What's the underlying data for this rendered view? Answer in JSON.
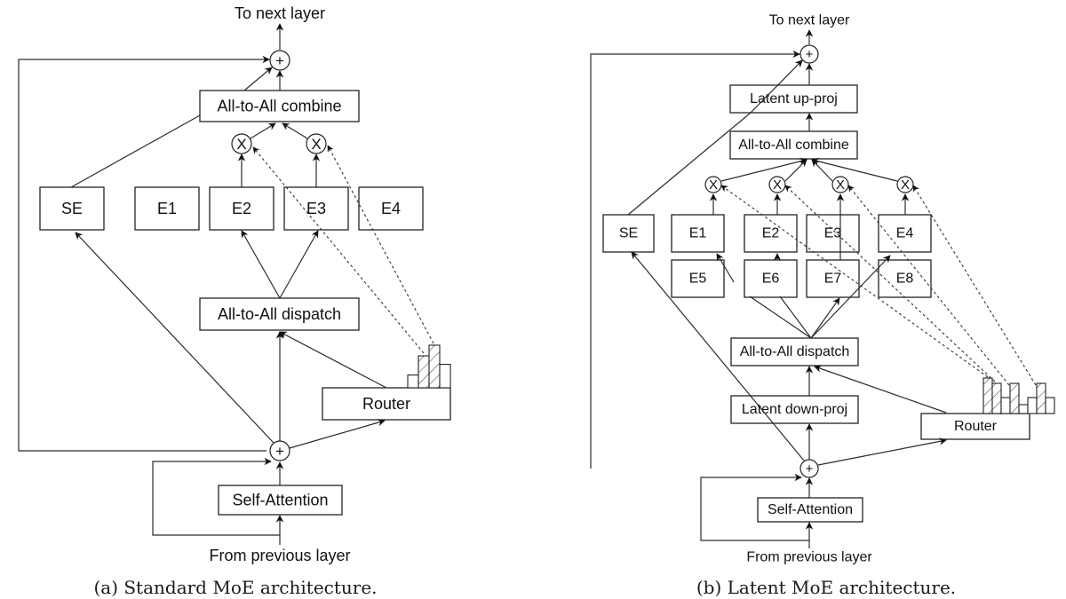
{
  "colors": {
    "latent_fill": "#d5e8d4",
    "latent_stroke": "#82b366",
    "line": "#2a2a2a",
    "hatch": "#333333"
  },
  "panels": [
    {
      "id": "standard",
      "caption": "(a) Standard MoE architecture.",
      "top_label": "To next layer",
      "bottom_label": "From previous layer",
      "combine_label": "All-to-All combine",
      "dispatch_label": "All-to-All dispatch",
      "router_label": "Router",
      "attention_label": "Self-Attention",
      "shared_expert_label": "SE",
      "add_symbol": "+",
      "mul_symbol": "X",
      "experts": [
        {
          "label": "E1",
          "selected": false
        },
        {
          "label": "E2",
          "selected": true
        },
        {
          "label": "E3",
          "selected": true
        },
        {
          "label": "E4",
          "selected": false
        }
      ],
      "router_histogram": [
        {
          "value": 0.3,
          "selected": false
        },
        {
          "value": 0.75,
          "selected": true
        },
        {
          "value": 1.0,
          "selected": true
        },
        {
          "value": 0.55,
          "selected": false
        }
      ]
    },
    {
      "id": "latent",
      "caption": "(b) Latent MoE architecture.",
      "top_label": "To next layer",
      "bottom_label": "From previous layer",
      "up_proj_label": "Latent up-proj",
      "down_proj_label": "Latent down-proj",
      "combine_label": "All-to-All combine",
      "dispatch_label": "All-to-All dispatch",
      "router_label": "Router",
      "attention_label": "Self-Attention",
      "shared_expert_label": "SE",
      "add_symbol": "+",
      "mul_symbol": "X",
      "experts_row1": [
        {
          "label": "E1",
          "selected": true
        },
        {
          "label": "E2",
          "selected": true
        },
        {
          "label": "E3",
          "selected": false
        },
        {
          "label": "E4",
          "selected": true
        }
      ],
      "experts_row2": [
        {
          "label": "E5",
          "selected": false
        },
        {
          "label": "E6",
          "selected": false
        },
        {
          "label": "E7",
          "selected": true
        },
        {
          "label": "E8",
          "selected": false
        }
      ],
      "router_histogram": [
        {
          "value": 1.0,
          "selected": true
        },
        {
          "value": 0.85,
          "selected": true
        },
        {
          "value": 0.45,
          "selected": false
        },
        {
          "value": 0.85,
          "selected": true
        },
        {
          "value": 0.25,
          "selected": false
        },
        {
          "value": 0.45,
          "selected": false
        },
        {
          "value": 0.85,
          "selected": true
        },
        {
          "value": 0.45,
          "selected": false
        }
      ]
    }
  ]
}
